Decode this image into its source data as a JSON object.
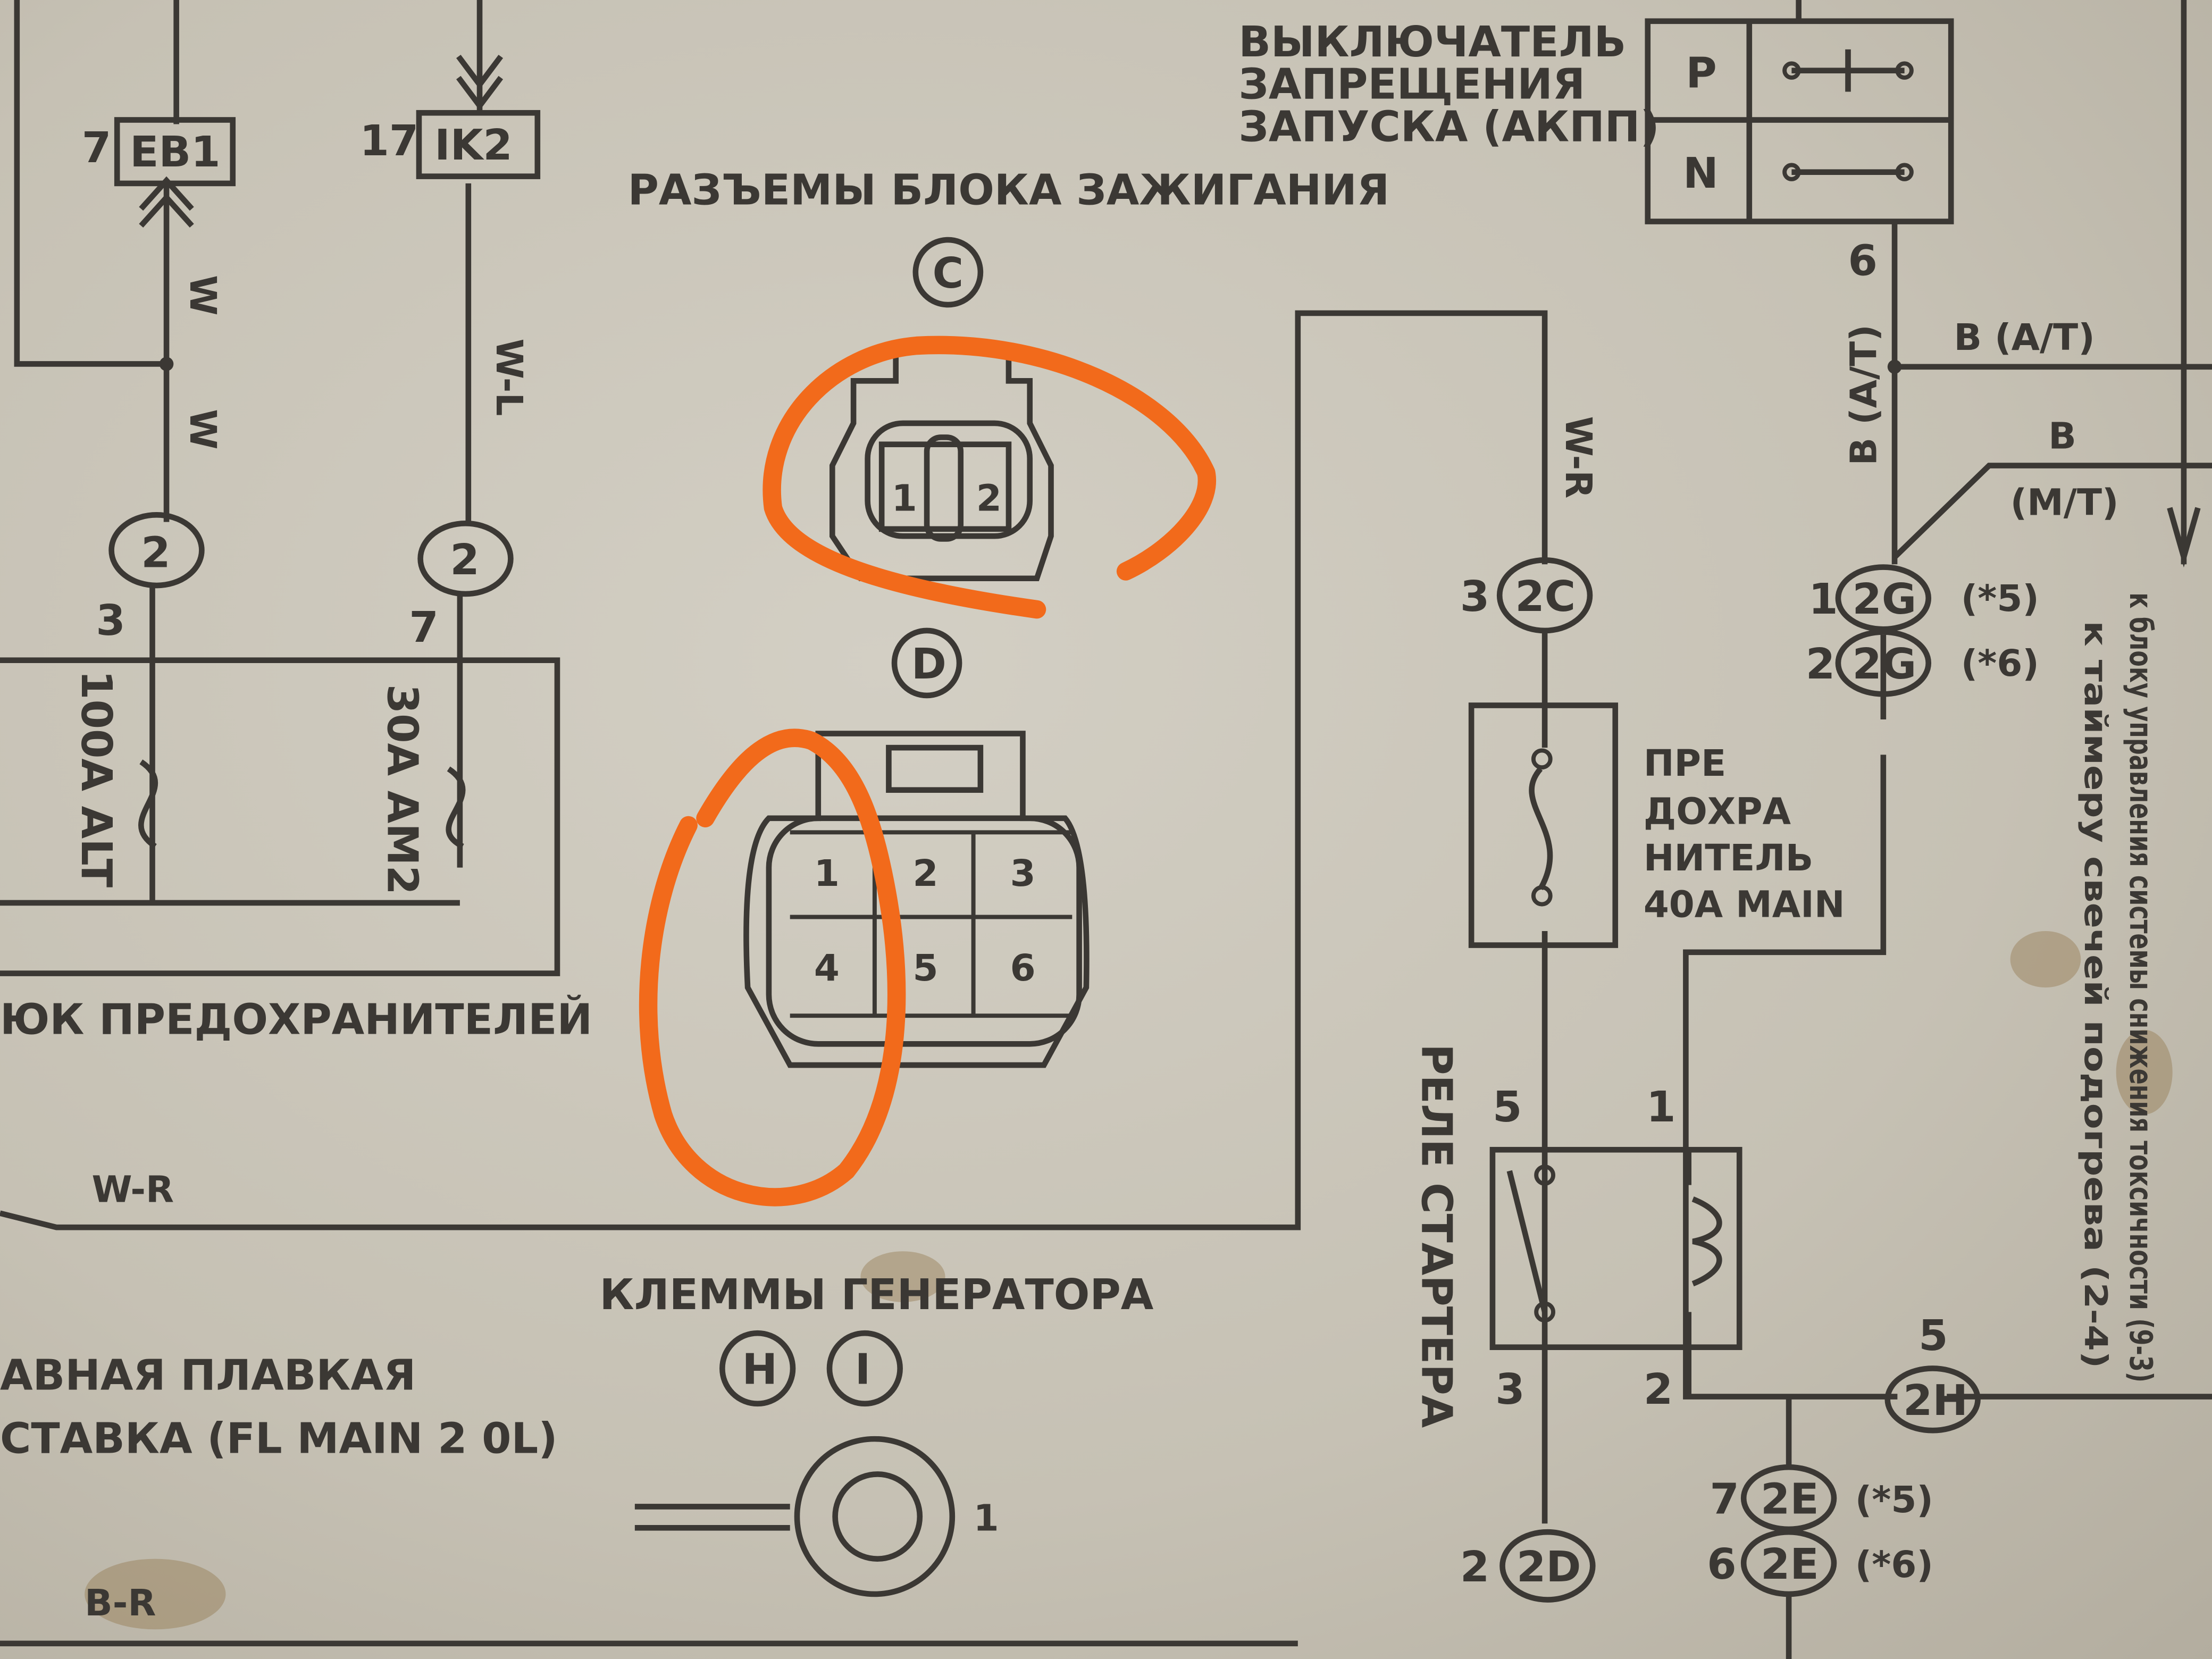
{
  "left": {
    "wire_w": "W",
    "wire_wl": "W-L",
    "wire_wr": "W-R",
    "conn_eb1_pin": "7",
    "conn_eb1": "EB1",
    "conn_ik2_pin": "17",
    "conn_ik2": "IK2",
    "j1": "2",
    "j1_pin": "3",
    "j2": "2",
    "j2_pin": "7",
    "fuse1": "100A ALT",
    "fuse2": "30A AM2",
    "fuse_block": "ЮК ПРЕДОХРАНИТЕЛЕЙ",
    "fusible1": "АВНАЯ ПЛАВКАЯ",
    "fusible2": "СТАВКА (FL MAIN 2 0L)",
    "bottom_wire": "B-R"
  },
  "center": {
    "title": "РАЗЪЕМЫ БЛОКА ЗАЖИГАНИЯ",
    "conn_c": "C",
    "c_pins": [
      "1",
      "2"
    ],
    "conn_d": "D",
    "d_pins": [
      "1",
      "2",
      "3",
      "4",
      "5",
      "6"
    ],
    "gen_title": "КЛЕММЫ ГЕНЕРАТОРА",
    "gen_h": "H",
    "gen_i": "I",
    "gen_pin": "1"
  },
  "right": {
    "switch_title": [
      "ВЫКЛЮЧАТЕЛЬ",
      "ЗАПРЕЩЕНИЯ",
      "ЗАПУСКА (АКПП)"
    ],
    "switch_p": "P",
    "switch_n": "N",
    "switch_pin": "6",
    "wire_bat": "B (A/T)",
    "wire_bat_v": "B (A/T)",
    "wire_b": "B",
    "wire_mt": "(M/T)",
    "wire_wr": "W-R",
    "c2c_pin": "3",
    "c2c": "2C",
    "c2g1_pin": "1",
    "c2g": "2G",
    "note5": "(*5)",
    "c2g2_pin": "2",
    "note6": "(*6)",
    "fuse_label": [
      "ПРЕ",
      "ДОХРА",
      "НИТЕЛЬ",
      "40A MAIN"
    ],
    "relay_label": "РЕЛЕ СТАРТЕРА",
    "relay_pins": [
      "5",
      "1",
      "3",
      "2"
    ],
    "c2h": "2H",
    "c2h_pin": "5",
    "c2e1_pin": "7",
    "c2e": "2E",
    "c2e2_pin": "6",
    "c2d_pin": "2",
    "c2d": "2D",
    "side_note1": "к блоку управления системы снижения токсичности (9-3)",
    "side_note2": "к таймеру свечей подогрева (2-4)"
  },
  "colors": {
    "annotation": "#f26a1b",
    "ink": "#3b3834",
    "paper": "#c8c3b7"
  }
}
